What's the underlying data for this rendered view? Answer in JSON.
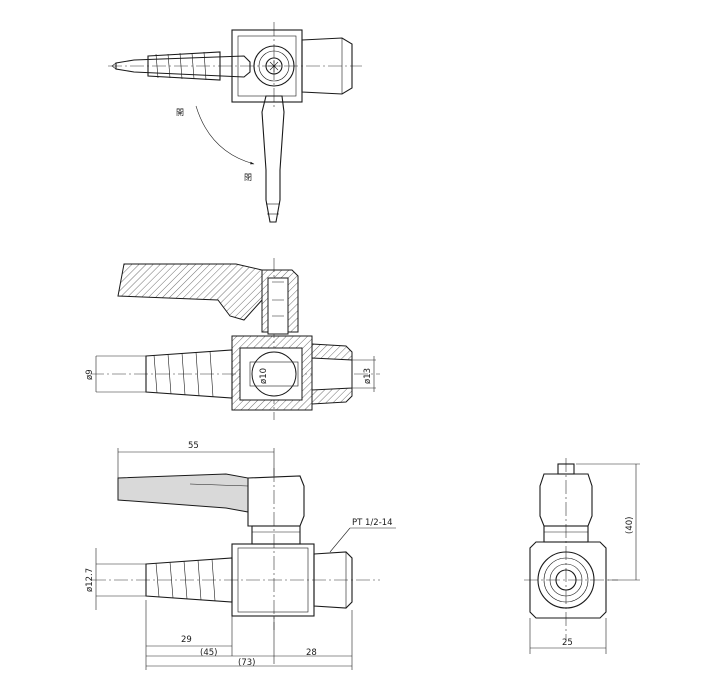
{
  "top_view": {
    "open_label": "開",
    "close_label": "閉"
  },
  "section_view": {
    "dim_hose_dia": "ø9",
    "dim_bore_dia": "ø10",
    "dim_outlet_dia": "ø13"
  },
  "front_view": {
    "dim_handle_length": "55",
    "thread_label": "PT 1/2-14",
    "dim_hose_outer_dia": "ø12.7",
    "dim_hose_length": "29",
    "dim_inlet_length": "(45)",
    "dim_outlet_length": "28",
    "dim_overall_length": "(73)"
  },
  "side_view": {
    "dim_height": "(40)",
    "dim_width": "25"
  }
}
